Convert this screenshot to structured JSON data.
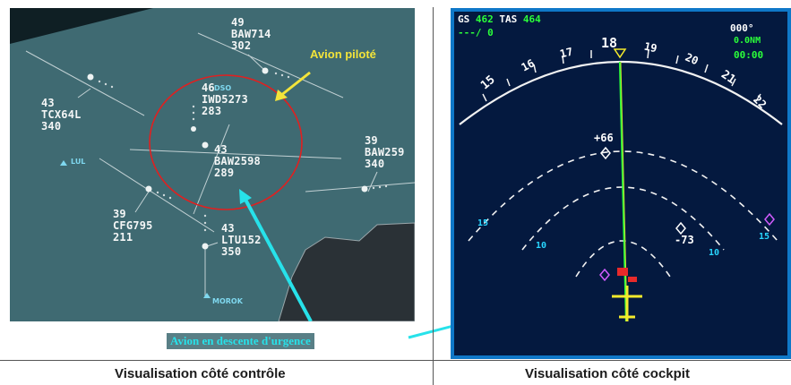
{
  "control_view": {
    "caption": "Visualisation côté contrôle",
    "annotation_piloted": "Avion piloté",
    "annotation_emergency": "Avion en descente d'urgence",
    "aircraft": [
      {
        "id": "baw714",
        "level": "49",
        "callsign": "BAW714",
        "speed": "302"
      },
      {
        "id": "tcx",
        "level": "43",
        "callsign": "TCX64L",
        "speed": "340"
      },
      {
        "id": "iwd",
        "level": "46",
        "callsign": "IWD5273",
        "speed": "283"
      },
      {
        "id": "baw2598",
        "level": "43",
        "callsign": "BAW2598",
        "speed": "289"
      },
      {
        "id": "baw259",
        "level": "39",
        "callsign": "BAW259",
        "speed": "340"
      },
      {
        "id": "cfg",
        "level": "39",
        "callsign": "CFG795",
        "speed": "211"
      },
      {
        "id": "ltu",
        "level": "43",
        "callsign": "LTU152",
        "speed": "350"
      }
    ],
    "waypoints": {
      "lul": "LUL",
      "morok": "MOROK",
      "w1": "DSO"
    }
  },
  "cockpit_view": {
    "caption": "Visualisation côté cockpit",
    "gs_label": "GS",
    "gs_value": "462",
    "tas_label": "TAS",
    "tas_value": "464",
    "vs_value": "---/ 0",
    "heading_readout": "000°",
    "range_readout": "0.0NM",
    "time_readout": "00:00",
    "compass_labels": [
      "15",
      "16",
      "17",
      "18",
      "19",
      "20",
      "21",
      "22"
    ],
    "traffic": [
      {
        "id": "t66",
        "text": "+66"
      },
      {
        "id": "t73",
        "text": "-73"
      }
    ],
    "range_marks": [
      "15",
      "10",
      "10",
      "15"
    ],
    "colors": {
      "accent_green": "#2bff3a",
      "accent_cyan": "#28d6ff",
      "track_yellow": "#f4ea2c",
      "traffic_magenta": "#d35cff"
    }
  }
}
